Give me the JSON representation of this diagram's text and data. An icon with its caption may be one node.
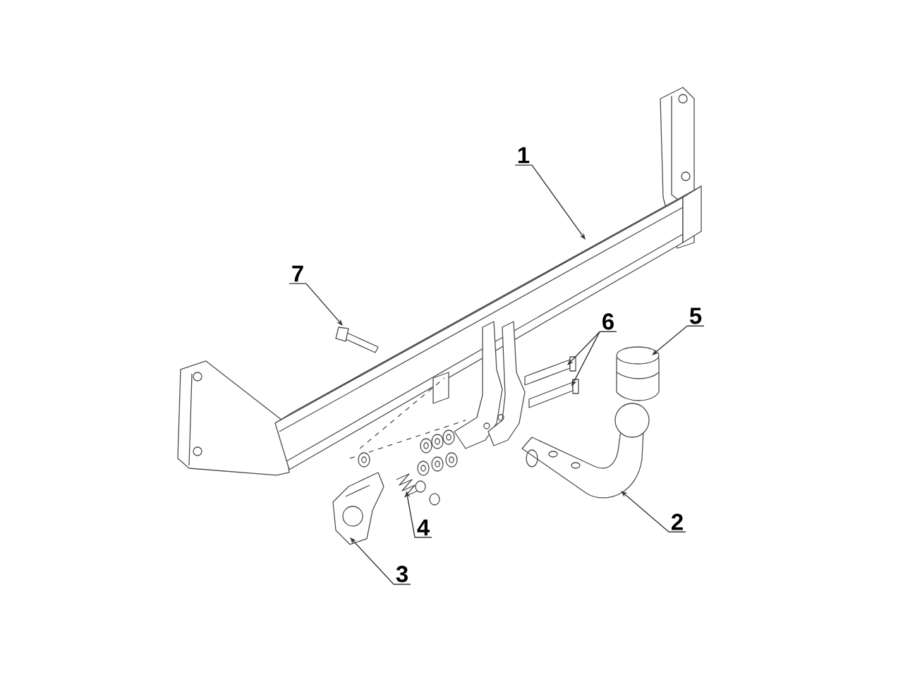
{
  "diagram": {
    "nodes": [
      {
        "text": [
          "1"
        ]
      },
      {
        "text": [
          "7"
        ]
      },
      {
        "text": [
          "6"
        ]
      },
      {
        "text": [
          "5"
        ]
      },
      {
        "text": [
          "2"
        ]
      },
      {
        "text": [
          "4"
        ]
      },
      {
        "text": [
          "3"
        ]
      }
    ],
    "edges": [
      {
        "from": 0,
        "to": null,
        "arrow": "to"
      },
      {
        "from": 1,
        "to": null,
        "arrow": "to"
      },
      {
        "from": 2,
        "to": null,
        "arrow": "to"
      },
      {
        "from": 2,
        "to": null,
        "arrow": "to"
      },
      {
        "from": 3,
        "to": null,
        "arrow": "to"
      },
      {
        "from": 4,
        "to": null,
        "arrow": "to"
      },
      {
        "from": 5,
        "to": null,
        "arrow": "to"
      },
      {
        "from": 6,
        "to": null,
        "arrow": "to"
      }
    ]
  }
}
